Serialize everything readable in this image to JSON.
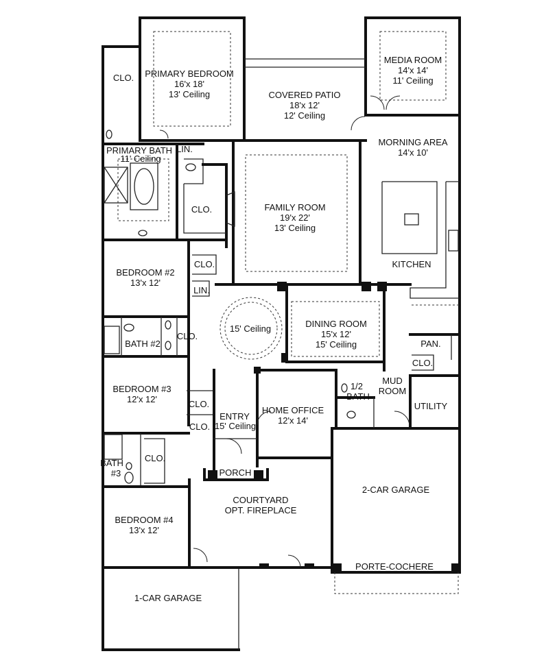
{
  "rooms": {
    "media_room": [
      "MEDIA ROOM",
      "14'x 14'",
      "11' Ceiling"
    ],
    "primary_bedroom": [
      "PRIMARY BEDROOM",
      "16'x 18'",
      "13' Ceiling"
    ],
    "covered_patio": [
      "COVERED PATIO",
      "18'x 12'",
      "12' Ceiling"
    ],
    "morning_area": [
      "MORNING AREA",
      "14'x 10'"
    ],
    "primary_bath": [
      "PRIMARY BATH",
      "11' Ceiling"
    ],
    "family_room": [
      "FAMILY ROOM",
      "19'x 22'",
      "13' Ceiling"
    ],
    "kitchen": "KITCHEN",
    "bedroom_2": [
      "BEDROOM #2",
      "13'x 12'"
    ],
    "rotunda": "15' Ceiling",
    "dining_room": [
      "DINING ROOM",
      "15'x 12'",
      "15' Ceiling"
    ],
    "bath_2": "BATH #2",
    "pantry": "PAN.",
    "mud_room": [
      "MUD",
      "ROOM"
    ],
    "half_bath": [
      "1/2",
      "BATH"
    ],
    "bedroom_3": [
      "BEDROOM #3",
      "12'x 12'"
    ],
    "home_office": [
      "HOME OFFICE",
      "12'x 14'"
    ],
    "utility": "UTILITY",
    "entry": [
      "ENTRY",
      "15' Ceiling"
    ],
    "bath_3": [
      "BATH",
      "#3"
    ],
    "porch": "PORCH",
    "courtyard": [
      "COURTYARD",
      "OPT. FIREPLACE"
    ],
    "two_car_garage": "2-CAR GARAGE",
    "bedroom_4": [
      "BEDROOM #4",
      "13'x 12'"
    ],
    "porte_cochere": "PORTE-COCHERE",
    "one_car_garage": "1-CAR GARAGE"
  },
  "closets": {
    "primary_closet_1": "CLO.",
    "primary_closet_2": "CLO.",
    "bedroom2_closet": "CLO.",
    "bath2_closet": "CLO.",
    "bedroom3_closet": "CLO.",
    "entry_closet": "CLO.",
    "bath3_closet": "CLO.",
    "utility_closet": "CLO.",
    "linen_primary": "LIN.",
    "linen_hall": "LIN."
  }
}
